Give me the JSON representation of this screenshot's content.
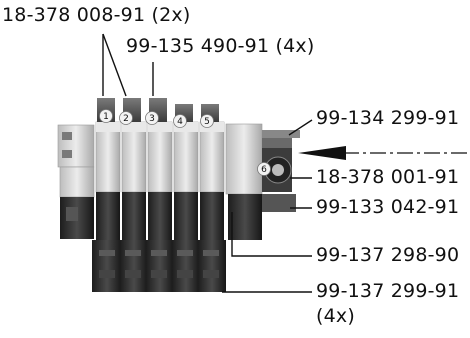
{
  "callouts": {
    "top_left": "18-378 008-91 (2x)",
    "top_mid": "99-135 490-91 (4x)",
    "right_1": "99-134 299-91",
    "right_2": "18-378 001-91",
    "right_3": "99-133 042-91",
    "right_4": "99-137 298-90",
    "right_5": "99-137 299-91",
    "right_5_qty": "(4x)"
  },
  "positions": [
    "1",
    "2",
    "3",
    "4",
    "5",
    "6"
  ],
  "colors": {
    "ink": "#111111",
    "body_light": "#d8d8d8",
    "body_dark": "#2a2a2a"
  }
}
